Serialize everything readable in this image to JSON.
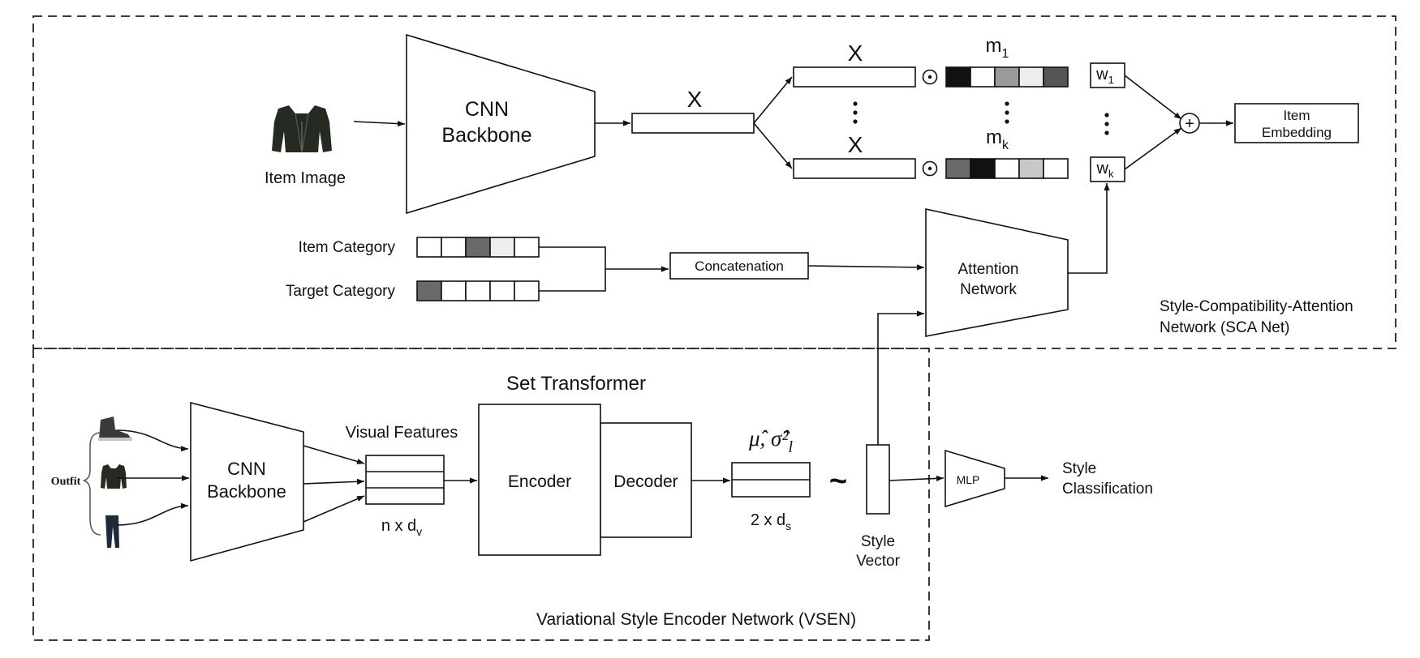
{
  "sca": {
    "item_image_label": "Item Image",
    "cnn_line1": "CNN",
    "cnn_line2": "Backbone",
    "x_label": "X",
    "x_top": "X",
    "x_bottom": "X",
    "odot_top": "⊙",
    "odot_bottom": "⊙",
    "dots_mid": "⋮",
    "dots_mask": "⋮",
    "dots_w": "⋮",
    "m_top": "m",
    "m_top_sub": "1",
    "m_bottom": "m",
    "m_bottom_sub": "k",
    "w_top": "w",
    "w_top_sub": "1",
    "w_bottom": "w",
    "w_bottom_sub": "k",
    "plus": "+",
    "item_embedding_line1": "Item",
    "item_embedding_line2": "Embedding",
    "item_category": "Item Category",
    "target_category": "Target Category",
    "concatenation": "Concatenation",
    "attention_line1": "Attention",
    "attention_line2": "Network",
    "title_line1": "Style-Compatibility-Attention",
    "title_line2": "Network (SCA Net)"
  },
  "vsen": {
    "outfit": "Outfit",
    "cnn_line1": "CNN",
    "cnn_line2": "Backbone",
    "visual_features": "Visual Features",
    "n_x_d": "n x d",
    "n_x_d_sub": "v",
    "set_transformer": "Set Transformer",
    "encoder": "Encoder",
    "decoder": "Decoder",
    "mu_sigma": "μ̂, σ̂²",
    "mu_sigma_sub": "l",
    "two_x_d": "2 x d",
    "two_x_d_sub": "s",
    "tilde": "~",
    "style_vector_line1": "Style",
    "style_vector_line2": "Vector",
    "mlp": "MLP",
    "style_class_line1": "Style",
    "style_class_line2": "Classification",
    "title": "Variational Style Encoder Network (VSEN)"
  },
  "masks": {
    "m1_cells": [
      "#111111",
      "#ffffff",
      "#9a9a9a",
      "#eeeeee",
      "#555555"
    ],
    "mk_cells": [
      "#6a6a6a",
      "#111111",
      "#ffffff",
      "#c8c8c8",
      "#ffffff"
    ],
    "item_category_cells": [
      "#ffffff",
      "#ffffff",
      "#6a6a6a",
      "#eeeeee",
      "#ffffff"
    ],
    "target_category_cells": [
      "#6a6a6a",
      "#ffffff",
      "#ffffff",
      "#ffffff",
      "#ffffff"
    ]
  },
  "colors": {
    "jacket": "#262b22",
    "shoe": "#3a3a3a",
    "jeans": "#1e2a3c"
  },
  "icons": [
    "jacket-icon",
    "shoe-icon",
    "jeans-icon"
  ]
}
